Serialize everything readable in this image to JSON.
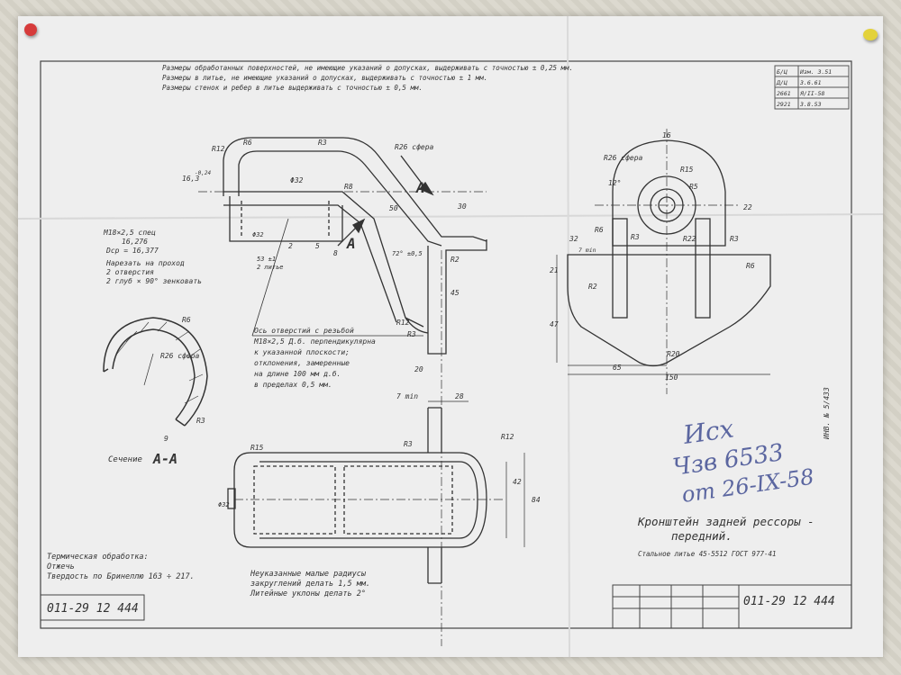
{
  "notes": {
    "line1": "Размеры обработанных поверхностей, не имеющие указаний о допусках, выдерживать с точностью ± 0,25 мм.",
    "line2": "Размеры в литье, не имеющие указаний о допусках, выдерживать с точностью ± 1 мм.",
    "line3": "Размеры стенок и ребер в литье выдерживать с точностью ± 0,5 мм."
  },
  "revision_table": {
    "rows": [
      [
        "Б/Ц",
        "Изм. 3.51"
      ],
      [
        "Д/Ц",
        "3.6.61"
      ],
      [
        "2661",
        "Я/II-58"
      ],
      [
        "2921",
        "3.8.53"
      ]
    ]
  },
  "dims": {
    "r12": "R12",
    "r6": "R6",
    "r3": "R3",
    "r26_sphere": "R26 сфера",
    "d32": "Φ32",
    "r8": "R8",
    "d50": "50",
    "d30": "30",
    "d16": "16,3",
    "tol024": "-0,24",
    "m18": "M18×2,5 спец",
    "tol16": "16,276",
    "dsr": "Dср = 16,377",
    "d2": "2",
    "d5": "5",
    "d8": "8",
    "d531": "53 ±1",
    "lit": "2 литье",
    "angle72": "72° ±0,5",
    "r2": "R2",
    "d45": "45",
    "d20": "20",
    "d16top": "16",
    "r15": "R15",
    "r5": "R5",
    "d22": "22",
    "d12deg": "12°",
    "d32b": "32",
    "d7min": "7 min",
    "d21": "21",
    "d47": "47",
    "d65": "65",
    "d150": "150",
    "r20": "R20",
    "r22": "R22",
    "d9": "9",
    "d28": "28",
    "d42": "42",
    "d84": "84",
    "r12b": "R12",
    "r15b": "R15",
    "d32c": "Φ32",
    "label_a": "A",
    "label_aa": "A-A"
  },
  "thread_note": {
    "line1": "Нарезать на проход",
    "line2": "2 отверстия",
    "line3": "2 глуб × 90° зенковать"
  },
  "axis_note": {
    "line1": "Ось отверстий с резьбой",
    "line2": "M18×2,5 Д.б. перпендикулярна",
    "line3": "к указанной плоскости;",
    "line4": "отклонения, замеренные",
    "line5": "на длине 100 мм д.б.",
    "line6": "в пределах 0,5 мм."
  },
  "section_label": "Сечение",
  "heat": {
    "line1": "Термическая обработка:",
    "line2": "Отжечь",
    "line3": "Твердость по Бринеллю 163 ÷ 217."
  },
  "radii_note": {
    "line1": "Неуказанные малые радиусы",
    "line2": "закруглений делать 1,5 мм.",
    "line3": "Литейные уклоны делать 2°"
  },
  "part_title": {
    "line1": "Кронштейн задней рессоры -",
    "line2": "передний.",
    "material": "Стальное литье 45-5512 ГОСТ 977-41"
  },
  "part_number": "011-29 12 444",
  "part_number_right": "011-29 12 444",
  "handwriting": {
    "line1": "Исх",
    "line2": "Чзв 6533",
    "line3": "от 26-IX-58"
  },
  "side_stamp": "ИНВ. № 5/433",
  "colors": {
    "paper": "#eeeeee",
    "ink": "#333333",
    "pen": "#5b66a0",
    "pin_red": "#d63b3b",
    "pin_yellow": "#e3d23a"
  }
}
